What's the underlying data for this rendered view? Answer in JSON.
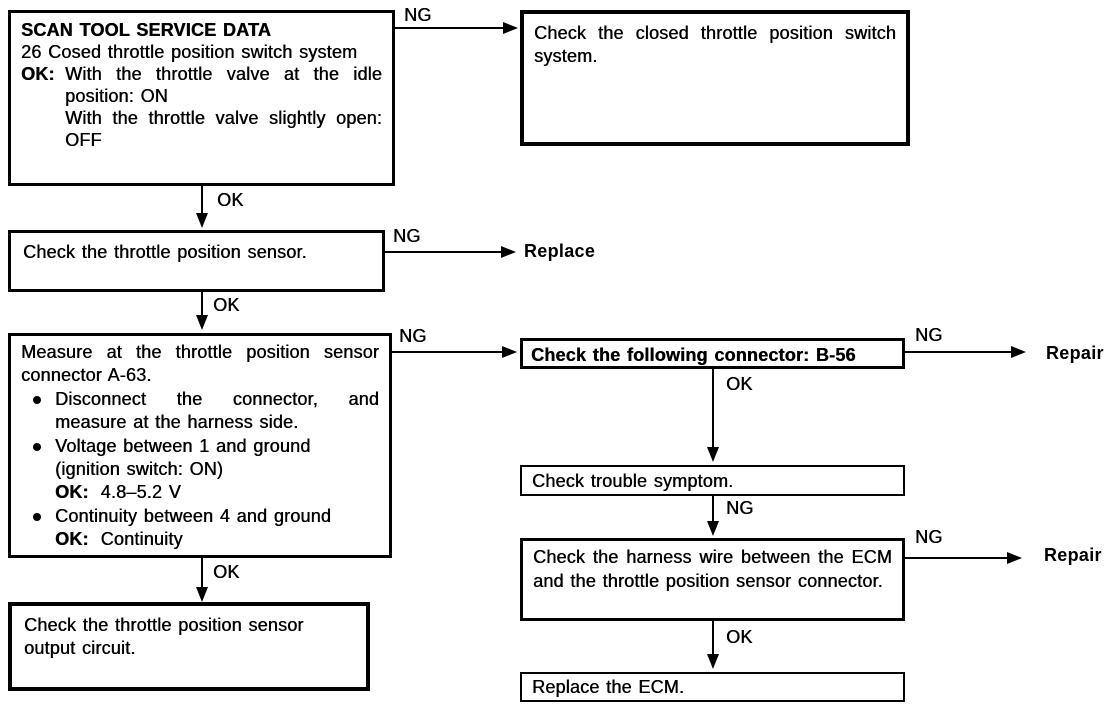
{
  "diagram": {
    "background": "#ffffff",
    "ink": "#000000",
    "boxes": {
      "scan_tool": {
        "title": "SCAN TOOL SERVICE DATA",
        "subtitle": "26 Cosed throttle position switch system",
        "ok_label": "OK:",
        "ok_lines": [
          "With the throttle valve at the idle position: ON",
          "With the throttle valve slightly open: OFF"
        ]
      },
      "closed_switch": {
        "text": "Check the closed throttle position switch system."
      },
      "check_sensor": {
        "text": "Check the throttle position sensor."
      },
      "measure": {
        "intro": "Measure at the throttle position sensor connector A-63.",
        "bullets": [
          {
            "line1": "Disconnect the connector, and measure at the harness side."
          },
          {
            "line1": "Voltage between 1 and ground",
            "line2": "(ignition switch: ON)",
            "ok_label": "OK:",
            "ok_value": "4.8–5.2 V"
          },
          {
            "line1": "Continuity between 4 and ground",
            "ok_label": "OK:",
            "ok_value": "Continuity"
          }
        ]
      },
      "connector_b56": {
        "text": "Check the following connector: B-56"
      },
      "trouble_symptom": {
        "text": "Check trouble symptom."
      },
      "harness": {
        "text": "Check the harness wire between the ECM and the throttle position sensor connector."
      },
      "replace_ecm": {
        "text": "Replace the ECM."
      },
      "output_circuit": {
        "text": "Check the throttle position sensor output circuit."
      }
    },
    "edge_labels": {
      "ok": "OK",
      "ng": "NG"
    },
    "terminals": {
      "replace": "Replace",
      "repair": "Repair"
    }
  }
}
